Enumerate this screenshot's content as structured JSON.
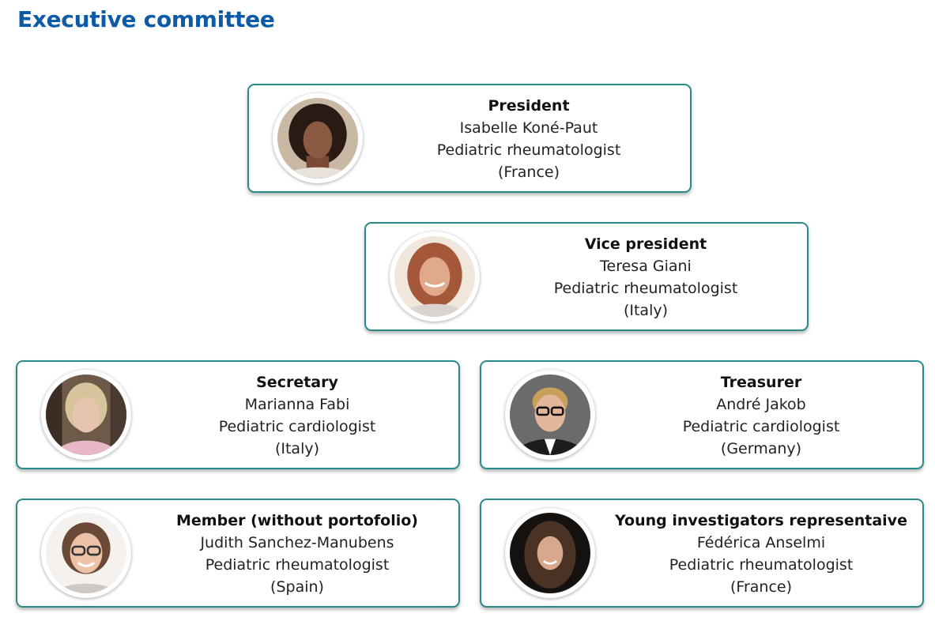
{
  "page": {
    "title": "Executive committee"
  },
  "members": {
    "president": {
      "role": "President",
      "name": "Isabelle Koné-Paut",
      "specialty": "Pediatric rheumatologist",
      "country": "(France)"
    },
    "vice_president": {
      "role": "Vice president",
      "name": "Teresa Giani",
      "specialty": "Pediatric rheumatologist",
      "country": "(Italy)"
    },
    "secretary": {
      "role": "Secretary",
      "name": "Marianna Fabi",
      "specialty": "Pediatric cardiologist",
      "country": "(Italy)"
    },
    "treasurer": {
      "role": "Treasurer",
      "name": "André Jakob",
      "specialty": "Pediatric cardiologist",
      "country": "(Germany)"
    },
    "member": {
      "role": "Member (without portofolio)",
      "name": "Judith Sanchez-Manubens",
      "specialty": "Pediatric rheumatologist",
      "country": "(Spain)"
    },
    "young_investigators": {
      "role": "Young investigators representaive",
      "name": "Fédérica Anselmi",
      "specialty": "Pediatric rheumatologist",
      "country": "(France)"
    }
  },
  "colors": {
    "title": "#0d5aa7",
    "card_border": "#2a8a8a"
  }
}
